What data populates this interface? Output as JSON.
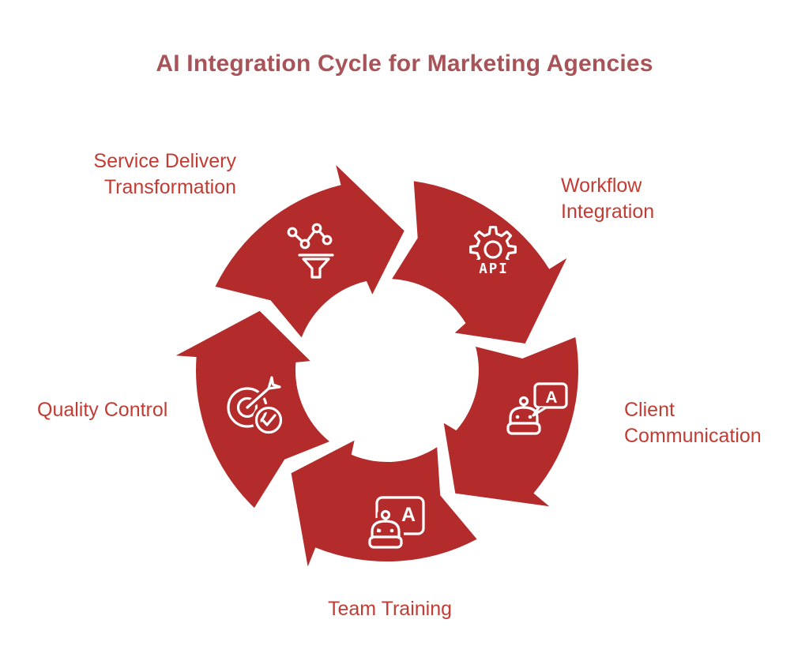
{
  "title": {
    "text": "AI Integration Cycle for Marketing Agencies"
  },
  "colors": {
    "background": "#ffffff",
    "ring": "#b32b2b",
    "label_text": "#c23c33",
    "title_text": "#a85357",
    "icon_stroke": "#ffffff"
  },
  "cycle": {
    "direction": "clockwise",
    "stages": [
      {
        "id": "service-delivery-transformation",
        "label": "Service Delivery Transformation",
        "icon": "network-funnel-icon",
        "icon_text": ""
      },
      {
        "id": "workflow-integration",
        "label": "Workflow Integration",
        "icon": "gear-api-icon",
        "icon_text": "API"
      },
      {
        "id": "client-communication",
        "label": "Client Communication",
        "icon": "robot-chat-bubble-icon",
        "icon_text": "A"
      },
      {
        "id": "team-training",
        "label": "Team Training",
        "icon": "robot-presentation-board-icon",
        "icon_text": "A"
      },
      {
        "id": "quality-control",
        "label": "Quality Control",
        "icon": "target-dart-check-icon",
        "icon_text": ""
      }
    ]
  }
}
